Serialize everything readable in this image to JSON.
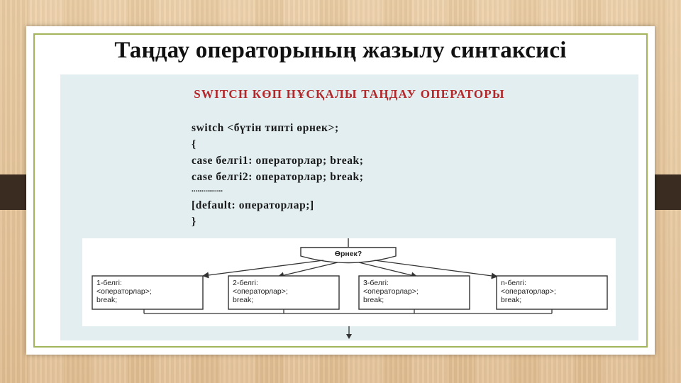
{
  "slide": {
    "title": "Таңдау операторының жазылу синтаксисі"
  },
  "panel": {
    "heading": "SWITCH КӨП НҰСҚАЛЫ ТАҢДАУ ОПЕРАТОРЫ",
    "code_lines": [
      "switch <бүтін типті өрнек>;",
      "{",
      "case белгі1: операторлар; break;",
      "case белгі2: операторлар; break;",
      "................",
      "[default: операторлар;]",
      "}"
    ]
  },
  "diagram": {
    "decision_label": "Өрнек?",
    "cases": [
      {
        "line1": "1-белгі:",
        "line2": "<операторлар>;",
        "line3": "break;"
      },
      {
        "line1": "2-белгі:",
        "line2": "<операторлар>;",
        "line3": "break;"
      },
      {
        "line1": "3-белгі:",
        "line2": "<операторлар>;",
        "line3": "break;"
      },
      {
        "line1": "n-белгі:",
        "line2": "<операторлар>;",
        "line3": "break;"
      }
    ]
  },
  "colors": {
    "heading_red": "#b3262a",
    "border_green": "#a3b55a",
    "panel_bg": "#e2eef0",
    "band_dark": "#3a2c20"
  }
}
